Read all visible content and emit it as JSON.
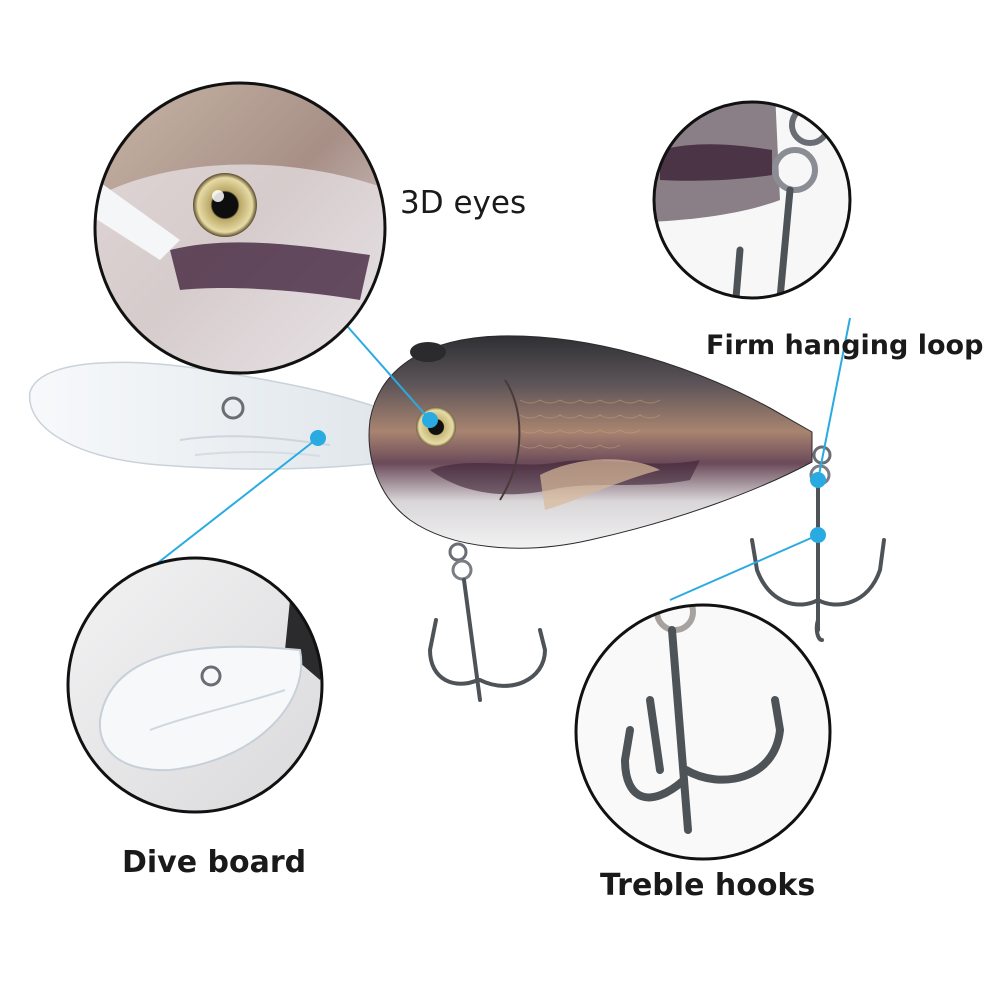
{
  "labels": {
    "eyes": "3D eyes",
    "loop": "Firm hanging loop",
    "dive": "Dive board",
    "hooks": "Treble hooks"
  },
  "colors": {
    "callout_line": "#29abe2",
    "circle_border": "#111111",
    "lure_back": "#3a3a3e",
    "lure_body": "#8a6a5a",
    "lure_belly": "#e8e8ea",
    "lip": "#e6ecf2",
    "eye_iris": "#d8c98a",
    "hook_metal": "#555a60"
  }
}
